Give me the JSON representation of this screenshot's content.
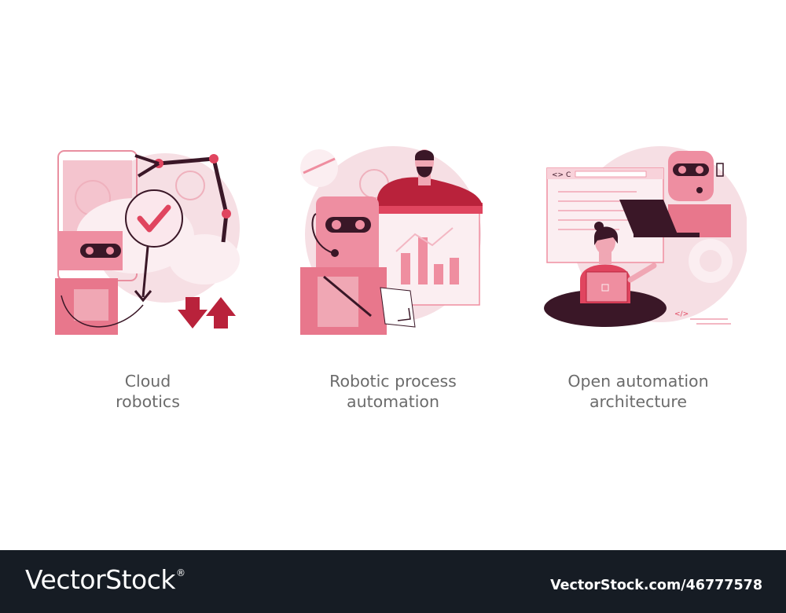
{
  "illustrations": [
    {
      "caption_line1": "Cloud",
      "caption_line2": "robotics",
      "scene": "robot-arm-cloud-checkmark"
    },
    {
      "caption_line1": "Robotic process",
      "caption_line2": "automation",
      "scene": "robot-man-dashboard-chart"
    },
    {
      "caption_line1": "Open automation",
      "caption_line2": "architecture",
      "scene": "robot-woman-laptop-browser"
    }
  ],
  "colors": {
    "light_pink": "#f6dfe4",
    "mid_pink": "#ef8ea0",
    "accent": "#e0455f",
    "dark_red": "#b9223b",
    "dark_plum": "#3a1727",
    "caption_gray": "#6b6b6b",
    "footer_bg": "#161c24"
  },
  "footer": {
    "logo_text": "VectorStock",
    "logo_mark": "®",
    "image_id": "VectorStock.com/46777578"
  }
}
